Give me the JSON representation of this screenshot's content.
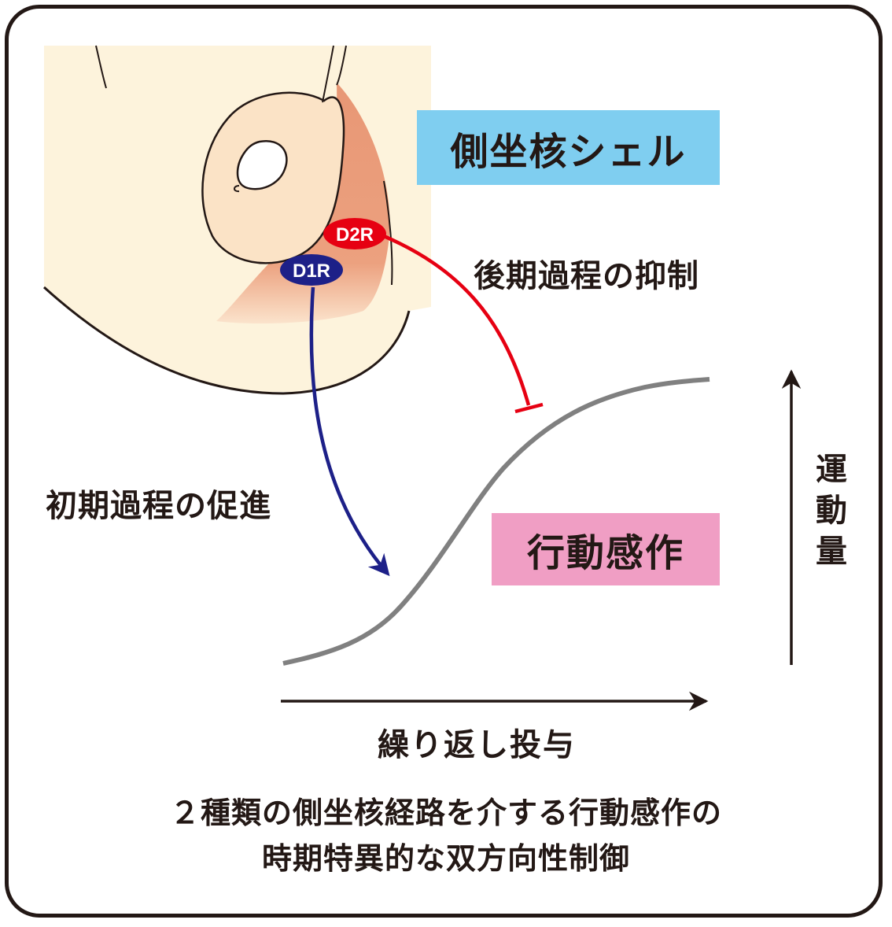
{
  "colors": {
    "shell_box": "#7fcef0",
    "behavior_box": "#f09ec4",
    "d1r": "#1d2088",
    "d2r": "#e60012",
    "curve": "#808080",
    "tissue": "#fbead0",
    "background_panel": "#fdf3dc",
    "nucleus_shell": "#e89775",
    "ink": "#231815"
  },
  "labels": {
    "shell": "側坐核シェル",
    "behavior": "行動感作",
    "d1r": "D1R",
    "d2r": "D2R",
    "late_inhibition": "後期過程の抑制",
    "early_promotion": "初期過程の促進",
    "x_axis": "繰り返し投与",
    "y_axis": "運動量"
  },
  "caption": {
    "line1": "２種類の側坐核経路を介する行動感作の",
    "line2": "時期特異的な双方向性制御"
  }
}
